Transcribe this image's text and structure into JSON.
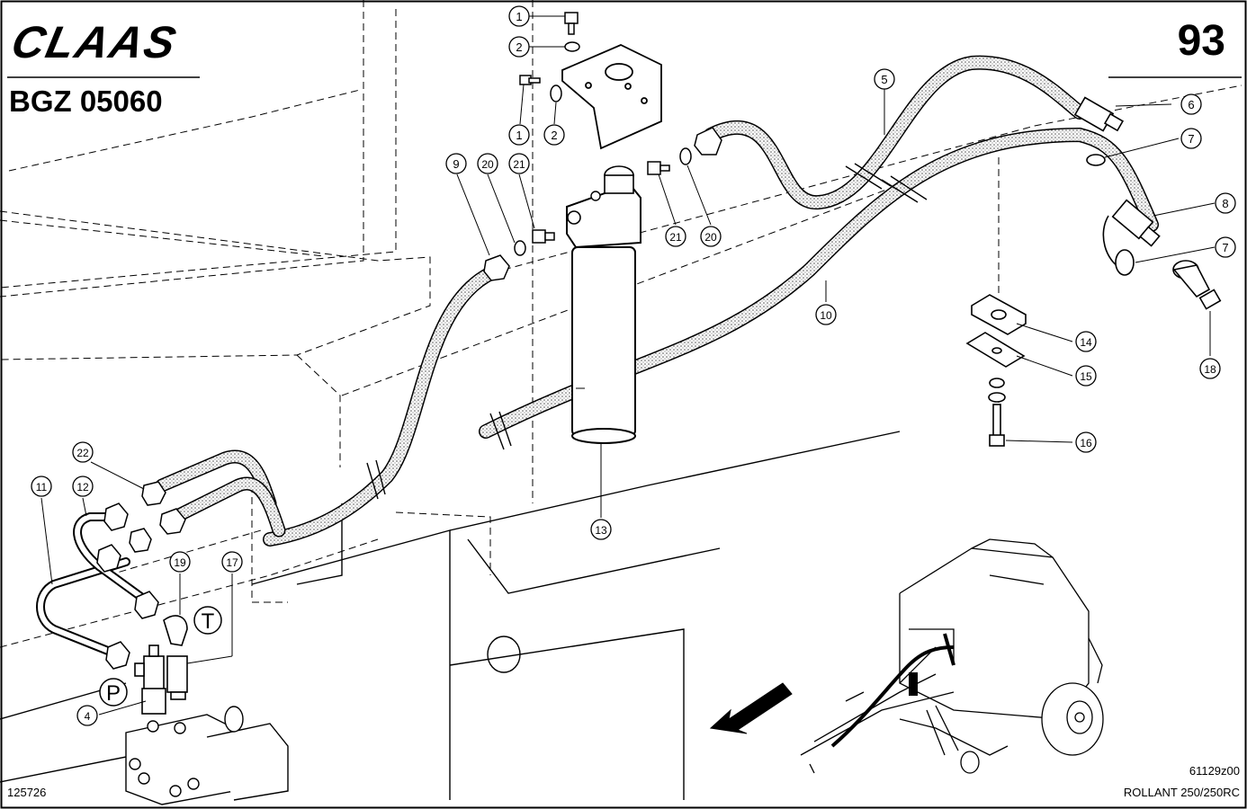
{
  "header": {
    "brand": "CLAAS",
    "section_code": "BGZ 05060",
    "page_number": "93"
  },
  "footer": {
    "sheet_number": "125726",
    "drawing_ref": "61129z00",
    "model": "ROLLANT 250/250RC"
  },
  "ports": {
    "pressure": "P",
    "tank": "T"
  },
  "callouts": [
    {
      "id": "c1a",
      "label": "1"
    },
    {
      "id": "c2a",
      "label": "2"
    },
    {
      "id": "c1b",
      "label": "1"
    },
    {
      "id": "c2b",
      "label": "2"
    },
    {
      "id": "c5",
      "label": "5"
    },
    {
      "id": "c6",
      "label": "6"
    },
    {
      "id": "c7a",
      "label": "7"
    },
    {
      "id": "c8",
      "label": "8"
    },
    {
      "id": "c7b",
      "label": "7"
    },
    {
      "id": "c9",
      "label": "9"
    },
    {
      "id": "c20a",
      "label": "20"
    },
    {
      "id": "c21a",
      "label": "21"
    },
    {
      "id": "c21b",
      "label": "21"
    },
    {
      "id": "c20b",
      "label": "20"
    },
    {
      "id": "c10",
      "label": "10"
    },
    {
      "id": "c14",
      "label": "14"
    },
    {
      "id": "c15",
      "label": "15"
    },
    {
      "id": "c16",
      "label": "16"
    },
    {
      "id": "c18",
      "label": "18"
    },
    {
      "id": "c13",
      "label": "13"
    },
    {
      "id": "c22",
      "label": "22"
    },
    {
      "id": "c11",
      "label": "11"
    },
    {
      "id": "c12",
      "label": "12"
    },
    {
      "id": "c19",
      "label": "19"
    },
    {
      "id": "c17",
      "label": "17"
    },
    {
      "id": "c4",
      "label": "4"
    }
  ]
}
